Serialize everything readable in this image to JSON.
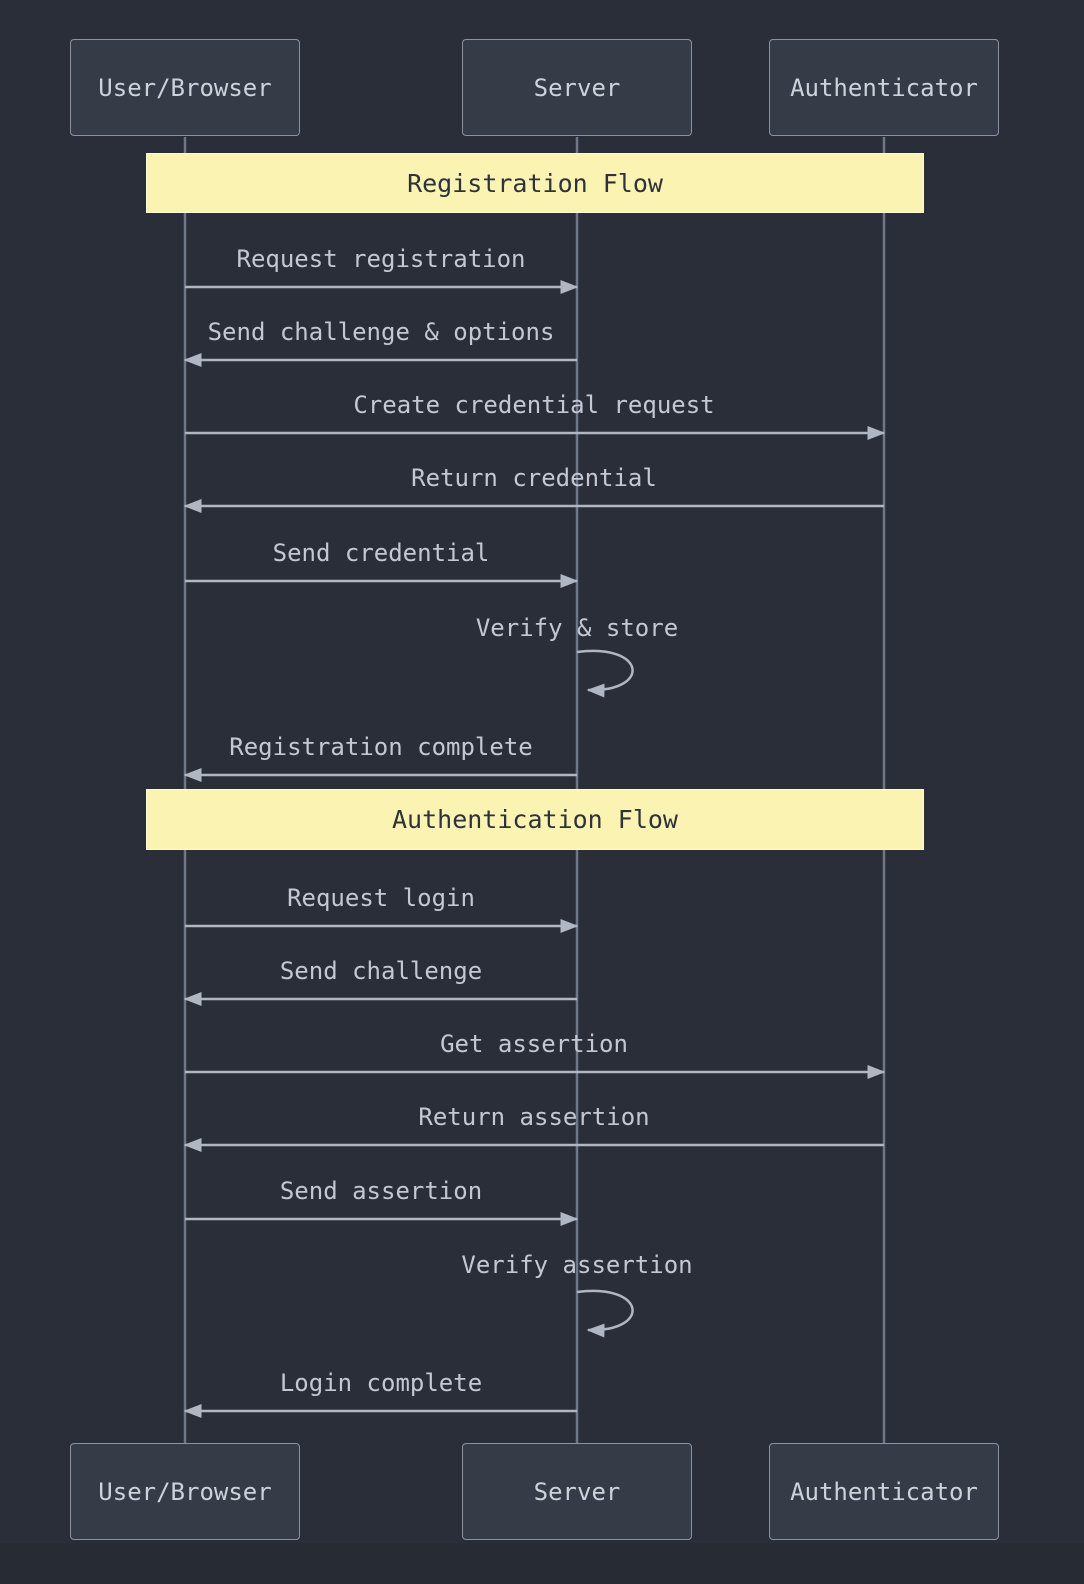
{
  "theme": {
    "background": "#2a2e38",
    "background_lower": "#272b33",
    "actor_box_fill": "#353b47",
    "actor_box_border": "#8b92a2",
    "actor_text": "#ced2db",
    "lifeline": "#6f7786",
    "arrow": "#b0b6c2",
    "message_text": "#c3c8d2",
    "section_fill": "#fbf3b1",
    "section_text": "#2e323b"
  },
  "actors": [
    {
      "label": "User/Browser"
    },
    {
      "label": "Server"
    },
    {
      "label": "Authenticator"
    }
  ],
  "sections": [
    {
      "label": "Registration Flow"
    },
    {
      "label": "Authentication Flow"
    }
  ],
  "messages": [
    {
      "label": "Request registration",
      "from": "User/Browser",
      "to": "Server",
      "self": false
    },
    {
      "label": "Send challenge & options",
      "from": "Server",
      "to": "User/Browser",
      "self": false
    },
    {
      "label": "Create credential request",
      "from": "User/Browser",
      "to": "Authenticator",
      "self": false
    },
    {
      "label": "Return credential",
      "from": "Authenticator",
      "to": "User/Browser",
      "self": false
    },
    {
      "label": "Send credential",
      "from": "User/Browser",
      "to": "Server",
      "self": false
    },
    {
      "label": "Verify & store",
      "from": "Server",
      "to": "Server",
      "self": true
    },
    {
      "label": "Registration complete",
      "from": "Server",
      "to": "User/Browser",
      "self": false
    },
    {
      "label": "Request login",
      "from": "User/Browser",
      "to": "Server",
      "self": false
    },
    {
      "label": "Send challenge",
      "from": "Server",
      "to": "User/Browser",
      "self": false
    },
    {
      "label": "Get assertion",
      "from": "User/Browser",
      "to": "Authenticator",
      "self": false
    },
    {
      "label": "Return assertion",
      "from": "Authenticator",
      "to": "User/Browser",
      "self": false
    },
    {
      "label": "Send assertion",
      "from": "User/Browser",
      "to": "Server",
      "self": false
    },
    {
      "label": "Verify assertion",
      "from": "Server",
      "to": "Server",
      "self": true
    },
    {
      "label": "Login complete",
      "from": "Server",
      "to": "User/Browser",
      "self": false
    }
  ]
}
